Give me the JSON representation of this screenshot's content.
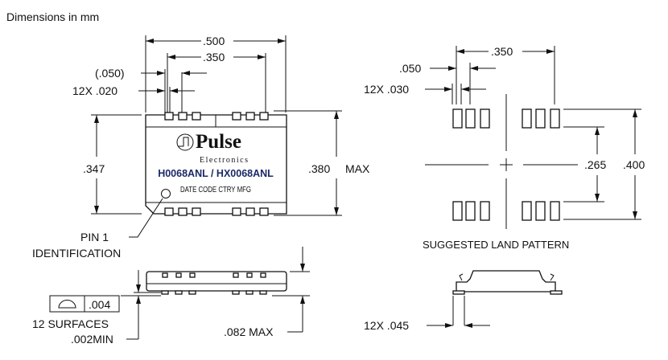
{
  "title": "Dimensions in mm",
  "top_view": {
    "dim_width": ".500",
    "dim_pitch_span": ".350",
    "dim_pitch": "(.050)",
    "dim_lead_width": "12X  .020",
    "dim_body_height": ".347",
    "dim_overall_height": ".380",
    "dim_overall_height_suffix": "MAX",
    "brand": "Pulse",
    "brand_sub": "Electronics",
    "part_number": "H0068ANL / HX0068ANL",
    "marking": "DATE CODE CTRY MFG",
    "pin1_label_line1": "PIN  1",
    "pin1_label_line2": "IDENTIFICATION"
  },
  "side_view": {
    "coplanarity_value": ".004",
    "surfaces": "12  SURFACES",
    "standoff": ".002MIN",
    "max_height": ".082  MAX"
  },
  "land_pattern": {
    "dim_span": ".350",
    "dim_pitch": ".050",
    "dim_pad_width": "12X  .030",
    "dim_inner": ".265",
    "dim_outer": ".400",
    "caption": "SUGGESTED  LAND  PATTERN",
    "dim_foot": "12X  .045"
  },
  "colors": {
    "part_number": "#1b2a66"
  }
}
